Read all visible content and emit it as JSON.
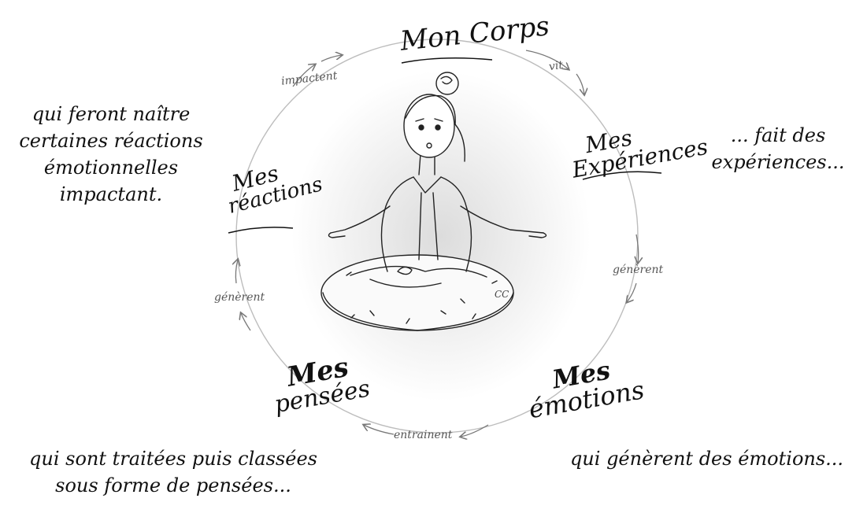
{
  "captions": {
    "left": [
      "qui feront naître",
      "certaines réactions",
      "émotionnelles",
      "impactant."
    ],
    "right": [
      "... fait des",
      "expériences..."
    ],
    "bottom_left": [
      "qui sont traitées puis classées",
      "sous forme de pensées..."
    ],
    "bottom_right": [
      "qui génèrent des émotions..."
    ]
  },
  "nodes": {
    "corps": "Mon Corps",
    "experiences": [
      "Mes",
      "Expériences"
    ],
    "emotions": [
      "Mes",
      "émotions"
    ],
    "pensees": [
      "Mes",
      "pensées"
    ],
    "reactions": [
      "Mes",
      "réactions"
    ]
  },
  "arrows": {
    "vit": "vit",
    "generent_right": "génèrent",
    "entrainent": "entrainent",
    "generent_left": "génèrent",
    "impactent": "impactent"
  },
  "signature": "CC"
}
